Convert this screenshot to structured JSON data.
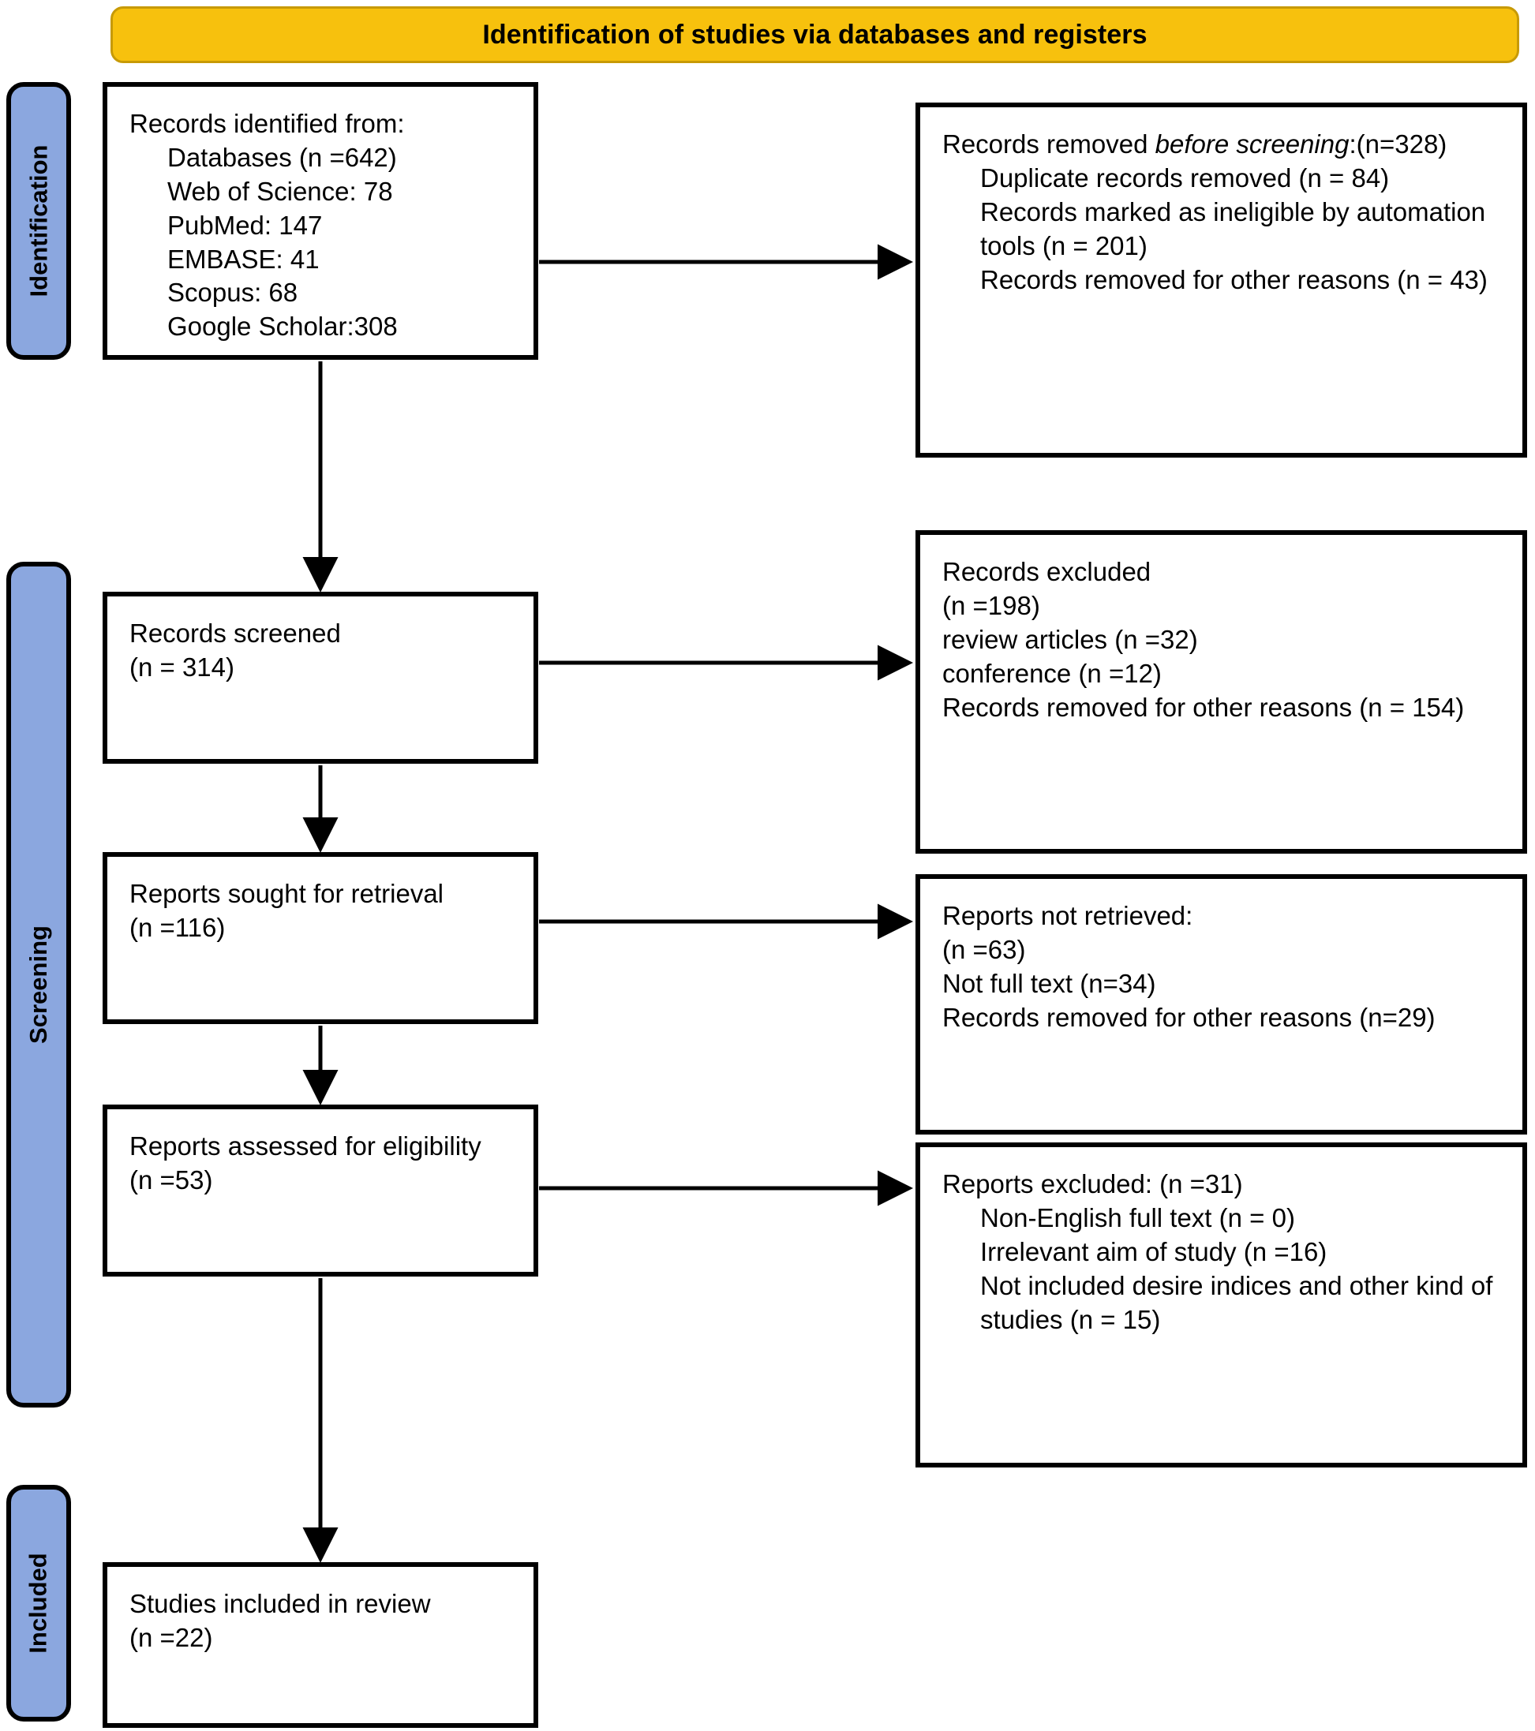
{
  "header": {
    "title": "Identification of studies via databases and registers",
    "background_color": "#F7C10D",
    "border_color": "#C79A06"
  },
  "stages": [
    {
      "id": "identification",
      "label": "Identification",
      "color": "#8BA7DF"
    },
    {
      "id": "screening",
      "label": "Screening",
      "color": "#8BA7DF"
    },
    {
      "id": "included",
      "label": "Included",
      "color": "#8BA7DF"
    }
  ],
  "boxes": {
    "records_identified": {
      "title": "Records identified from:",
      "lines": [
        "Databases (n =642)",
        "Web of Science: 78",
        "PubMed: 147",
        "EMBASE: 41",
        "Scopus: 68",
        "Google Scholar:308"
      ]
    },
    "records_removed_before_screening": {
      "title_prefix": "Records removed ",
      "title_italic_1": "before",
      "title_italic_2": "screening",
      "title_suffix": ":(n=328)",
      "lines": [
        "Duplicate records removed (n = 84)",
        "Records marked as ineligible by automation tools (n = 201)",
        "Records removed for other reasons (n = 43)"
      ]
    },
    "records_screened": {
      "title": "Records screened",
      "count": "(n = 314)"
    },
    "records_excluded": {
      "title": "Records excluded",
      "count": "(n =198)",
      "lines": [
        "review articles (n =32)",
        "conference (n =12)",
        "Records removed for other reasons (n = 154)"
      ]
    },
    "reports_sought": {
      "title": "Reports sought for retrieval",
      "count": "(n =116)"
    },
    "reports_not_retrieved": {
      "title": "Reports not retrieved:",
      "count": "(n =63)",
      "lines": [
        "Not full text (n=34)",
        "Records removed for other reasons (n=29)"
      ]
    },
    "reports_assessed": {
      "title": "Reports assessed for eligibility",
      "count": "(n =53)"
    },
    "reports_excluded": {
      "title": "Reports excluded: (n =31)",
      "lines": [
        "Non-English full text (n = 0)",
        "Irrelevant aim of study (n =16)",
        "Not included desire indices and other kind of studies (n = 15)"
      ]
    },
    "studies_included": {
      "title": "Studies included in review",
      "count": "(n =22)"
    }
  },
  "chart_data": {
    "type": "diagram",
    "diagram_kind": "PRISMA 2020 flow diagram",
    "title": "Identification of studies via databases and registers",
    "stages": [
      "Identification",
      "Screening",
      "Included"
    ],
    "nodes": [
      {
        "id": "records_identified",
        "stage": "Identification",
        "column": "left",
        "label": "Records identified from: Databases (n =642)",
        "n": 642
      },
      {
        "id": "records_removed",
        "stage": "Identification",
        "column": "right",
        "label": "Records removed before screening",
        "n": 328
      },
      {
        "id": "records_screened",
        "stage": "Screening",
        "column": "left",
        "label": "Records screened",
        "n": 314
      },
      {
        "id": "records_excluded",
        "stage": "Screening",
        "column": "right",
        "label": "Records excluded",
        "n": 198
      },
      {
        "id": "reports_sought",
        "stage": "Screening",
        "column": "left",
        "label": "Reports sought for retrieval",
        "n": 116
      },
      {
        "id": "reports_not_retrieved",
        "stage": "Screening",
        "column": "right",
        "label": "Reports not retrieved",
        "n": 63
      },
      {
        "id": "reports_assessed",
        "stage": "Screening",
        "column": "left",
        "label": "Reports assessed for eligibility",
        "n": 53
      },
      {
        "id": "reports_excluded",
        "stage": "Screening",
        "column": "right",
        "label": "Reports excluded",
        "n": 31
      },
      {
        "id": "studies_included",
        "stage": "Included",
        "column": "left",
        "label": "Studies included in review",
        "n": 22
      }
    ],
    "edges": [
      {
        "from": "records_identified",
        "to": "records_removed",
        "direction": "right"
      },
      {
        "from": "records_identified",
        "to": "records_screened",
        "direction": "down"
      },
      {
        "from": "records_screened",
        "to": "records_excluded",
        "direction": "right"
      },
      {
        "from": "records_screened",
        "to": "reports_sought",
        "direction": "down"
      },
      {
        "from": "reports_sought",
        "to": "reports_not_retrieved",
        "direction": "right"
      },
      {
        "from": "reports_sought",
        "to": "reports_assessed",
        "direction": "down"
      },
      {
        "from": "reports_assessed",
        "to": "reports_excluded",
        "direction": "right"
      },
      {
        "from": "reports_assessed",
        "to": "studies_included",
        "direction": "down"
      }
    ],
    "source_counts": {
      "Databases_total": 642,
      "Web of Science": 78,
      "PubMed": 147,
      "EMBASE": 41,
      "Scopus": 68,
      "Google Scholar": 308
    },
    "exclusion_breakdown": {
      "before_screening_total": 328,
      "duplicates_removed": 84,
      "ineligible_by_automation_tools": 201,
      "removed_other_reasons": 43,
      "screening_excluded_total": 198,
      "review_articles": 32,
      "conference": 12,
      "screening_other_reasons": 154,
      "not_retrieved_total": 63,
      "not_full_text": 34,
      "not_retrieved_other_reasons": 29,
      "reports_excluded_total": 31,
      "non_english_full_text": 0,
      "irrelevant_aim_of_study": 16,
      "not_included_desire_indices": 15
    }
  }
}
